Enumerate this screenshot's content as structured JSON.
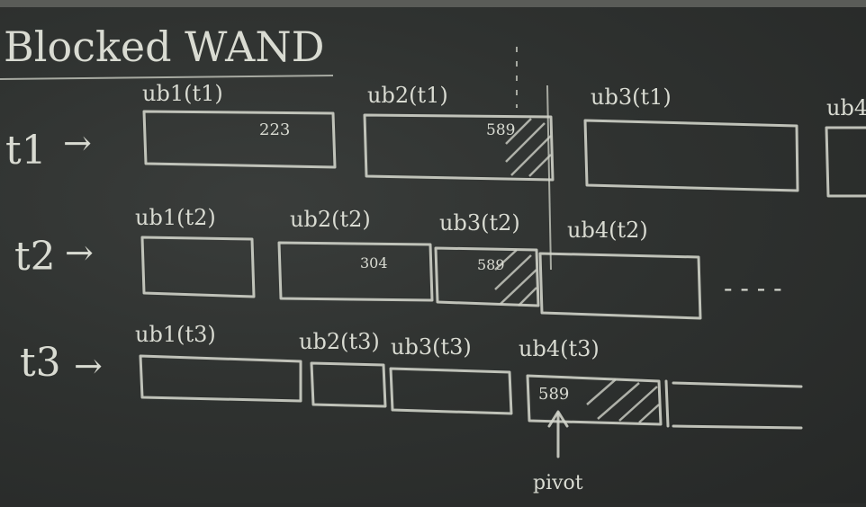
{
  "title": "Blocked WAND",
  "rows": [
    {
      "term": "t1",
      "arrow": "→",
      "blocks": [
        {
          "label": "ub1(t1)",
          "value": "223"
        },
        {
          "label": "ub2(t1)",
          "value": "589"
        },
        {
          "label": "ub3(t1)",
          "value": ""
        },
        {
          "label": "ub4",
          "value": ""
        }
      ]
    },
    {
      "term": "t2",
      "arrow": "→",
      "blocks": [
        {
          "label": "ub1(t2)",
          "value": ""
        },
        {
          "label": "ub2(t2)",
          "value": "304"
        },
        {
          "label": "ub3(t2)",
          "value": "589"
        },
        {
          "label": "ub4(t2)",
          "value": ""
        }
      ],
      "trailing": "- - - -"
    },
    {
      "term": "t3",
      "arrow": "→",
      "blocks": [
        {
          "label": "ub1(t3)",
          "value": ""
        },
        {
          "label": "ub2(t3)",
          "value": ""
        },
        {
          "label": "ub3(t3)",
          "value": ""
        },
        {
          "label": "ub4(t3)",
          "value": "589"
        }
      ]
    }
  ],
  "pivot_label": "pivot"
}
